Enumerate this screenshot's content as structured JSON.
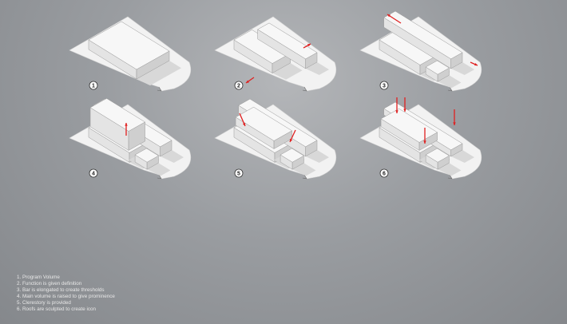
{
  "panels": [
    {
      "number": "1"
    },
    {
      "number": "2"
    },
    {
      "number": "3"
    },
    {
      "number": "4"
    },
    {
      "number": "5"
    },
    {
      "number": "6"
    }
  ],
  "legend": [
    "1. Program Volume",
    "2. Function is given definition",
    "3. Bar is elongated to create thresholds",
    "4. Main volume is raised to give prominence",
    "5. Clerestory is provided",
    "6. Roofs are sculpted to create icon"
  ],
  "colors": {
    "arrow": "#e02020",
    "site": "#f2f2f2",
    "top": "#f7f7f7",
    "front": "#e4e4e4",
    "side": "#cfcfcf"
  }
}
